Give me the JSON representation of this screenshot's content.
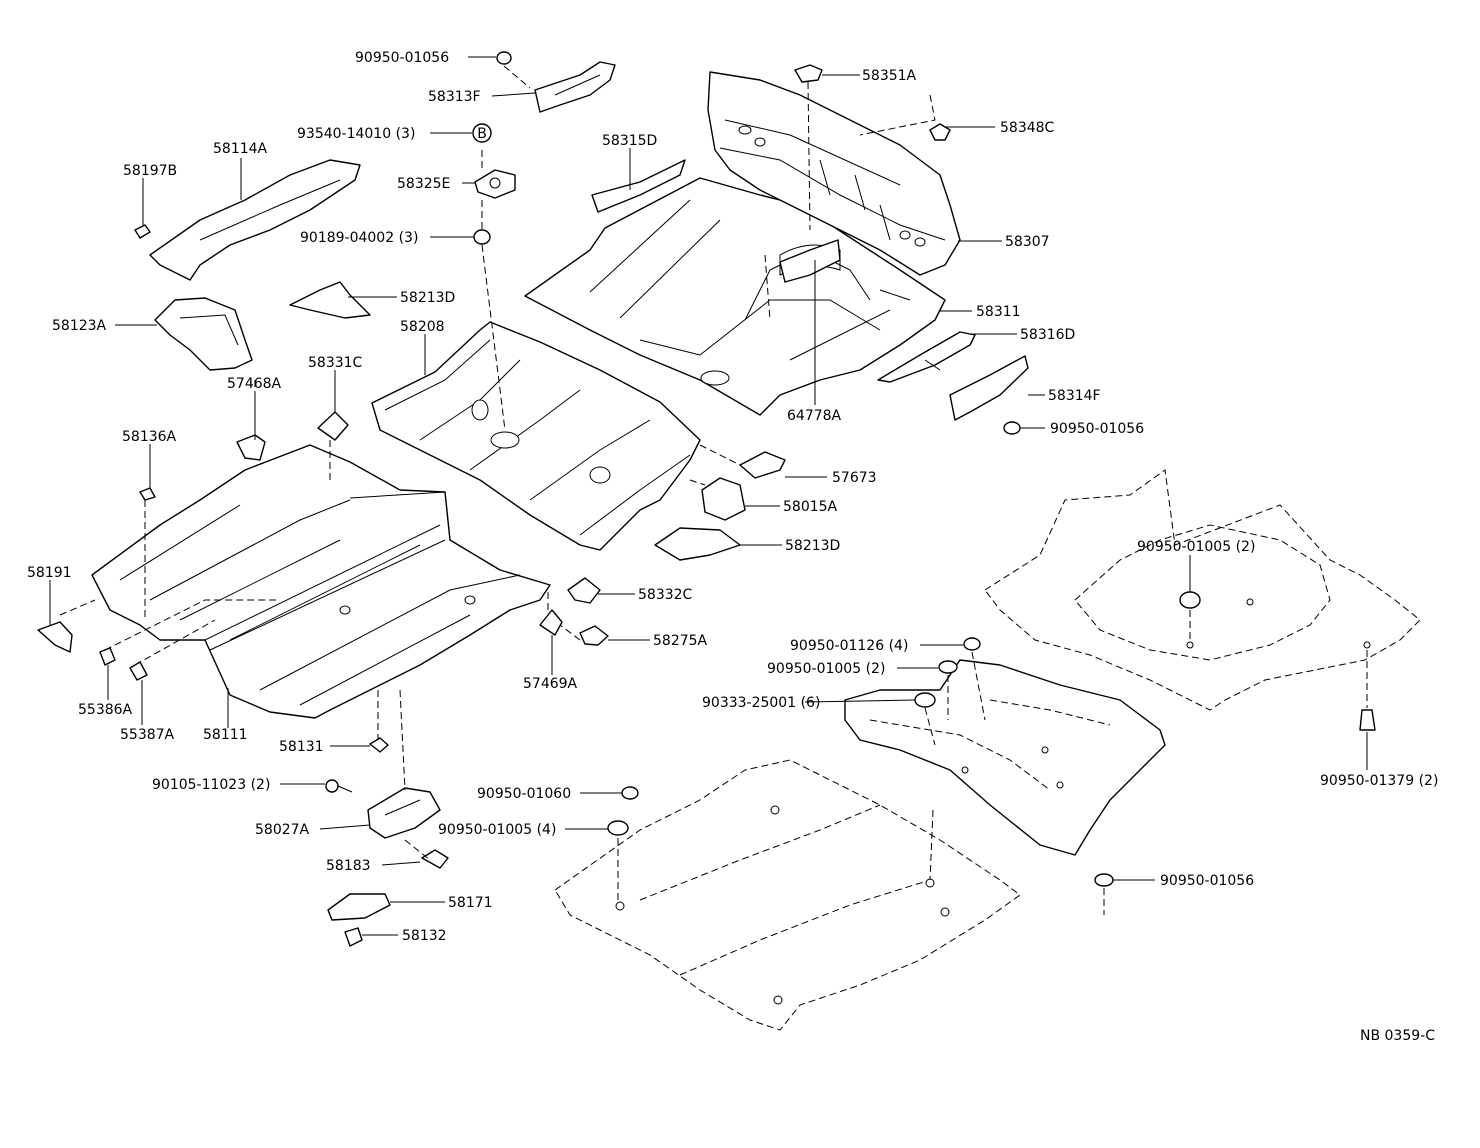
{
  "diagram": {
    "reference_code": "NB 0359-C",
    "callouts": {
      "c_90950_01056_top": "90950-01056",
      "c_58313F": "58313F",
      "c_93540": "93540-14010 (3)",
      "c_B_marker": "B",
      "c_58325E": "58325E",
      "c_90189": "90189-04002 (3)",
      "c_58114A": "58114A",
      "c_58197B": "58197B",
      "c_58123A": "58123A",
      "c_58213D_top": "58213D",
      "c_58315D": "58315D",
      "c_58351A": "58351A",
      "c_58348C": "58348C",
      "c_58307": "58307",
      "c_58311": "58311",
      "c_58316D": "58316D",
      "c_58314F": "58314F",
      "c_90950_01056_right": "90950-01056",
      "c_64778A": "64778A",
      "c_58208": "58208",
      "c_58331C": "58331C",
      "c_57468A": "57468A",
      "c_58136A": "58136A",
      "c_57673": "57673",
      "c_58015A": "58015A",
      "c_58213D_mid": "58213D",
      "c_58191": "58191",
      "c_58332C": "58332C",
      "c_58275A": "58275A",
      "c_57469A": "57469A",
      "c_55386A": "55386A",
      "c_55387A": "55387A",
      "c_58111": "58111",
      "c_58131": "58131",
      "c_90105": "90105-11023 (2)",
      "c_58027A": "58027A",
      "c_58183": "58183",
      "c_58171": "58171",
      "c_58132": "58132",
      "c_90950_01005_r": "90950-01005 (2)",
      "c_90950_01126": "90950-01126 (4)",
      "c_90950_01005_m": "90950-01005 (2)",
      "c_90333": "90333-25001 (6)",
      "c_90950_01379": "90950-01379 (2)",
      "c_90950_01060": "90950-01060",
      "c_90950_01005_4": "90950-01005 (4)",
      "c_90950_01056_bot": "90950-01056"
    }
  }
}
